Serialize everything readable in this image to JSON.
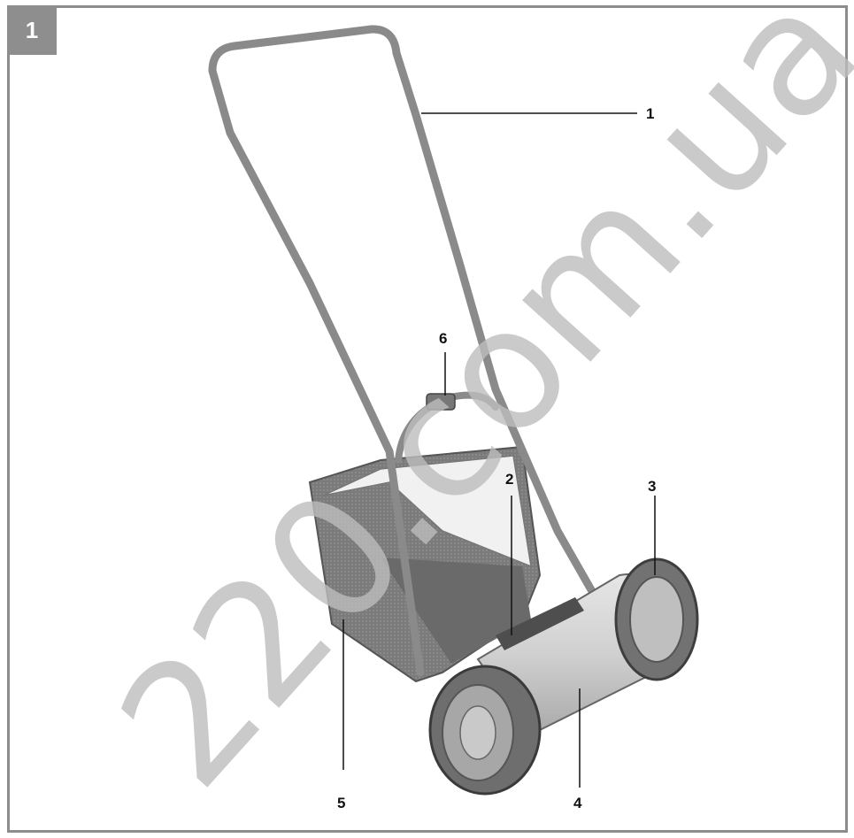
{
  "figure": {
    "number": "1"
  },
  "callouts": [
    {
      "label": "1",
      "part": "handle"
    },
    {
      "label": "2",
      "part": "cutting-blade"
    },
    {
      "label": "3",
      "part": "wheel"
    },
    {
      "label": "4",
      "part": "cutting-cylinder"
    },
    {
      "label": "5",
      "part": "grass-catcher"
    },
    {
      "label": "6",
      "part": "handle-clamp"
    }
  ],
  "watermark": {
    "text": "220.com.ua",
    "color": "#bdbdbd"
  },
  "colors": {
    "frame": "#8c8c8c",
    "metal": "#8a8a8a",
    "wheel": "#6e6e6e",
    "cylinder": "#d6d6d6"
  }
}
